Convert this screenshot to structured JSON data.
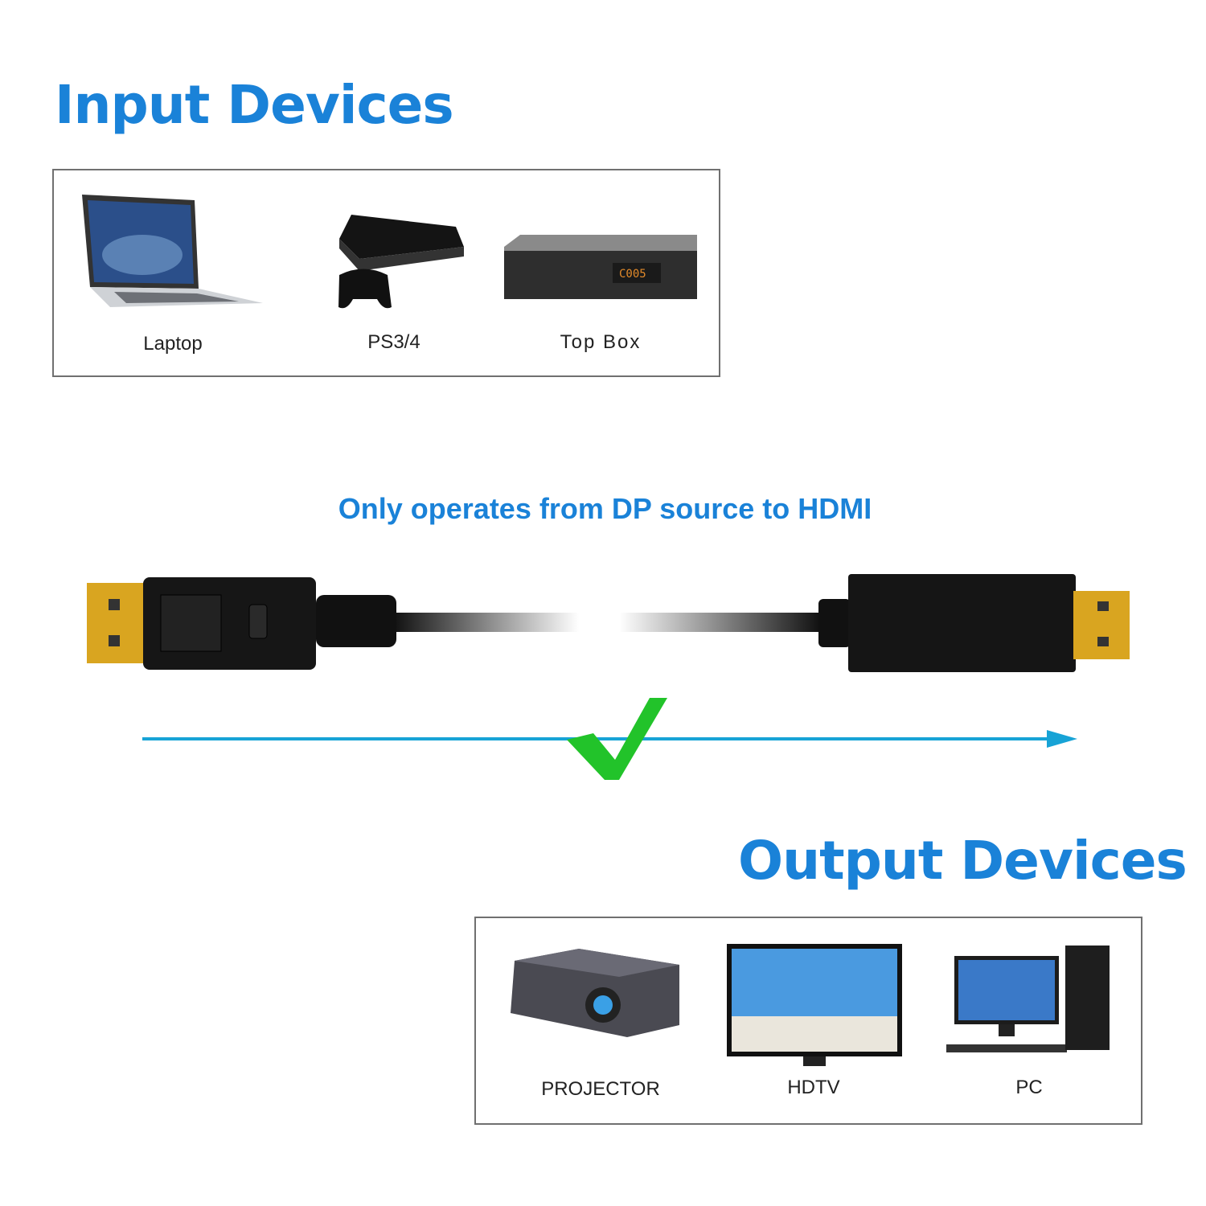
{
  "input": {
    "title": "Input Devices",
    "devices": [
      {
        "label": "Laptop",
        "icon": "laptop-icon"
      },
      {
        "label": "PS3/4",
        "icon": "game-console-icon"
      },
      {
        "label": "Top Box",
        "icon": "set-top-box-icon",
        "display_text": "C005"
      }
    ]
  },
  "note": "Only operates from DP source to HDMI",
  "output": {
    "title": "Output Devices",
    "devices": [
      {
        "label": "PROJECTOR",
        "icon": "projector-icon"
      },
      {
        "label": "HDTV",
        "icon": "tv-icon"
      },
      {
        "label": "PC",
        "icon": "desktop-pc-icon"
      }
    ]
  },
  "colors": {
    "accent": "#1a82d8",
    "arrow": "#17a3d6",
    "check": "#22c32a",
    "gold": "#d9a520"
  }
}
